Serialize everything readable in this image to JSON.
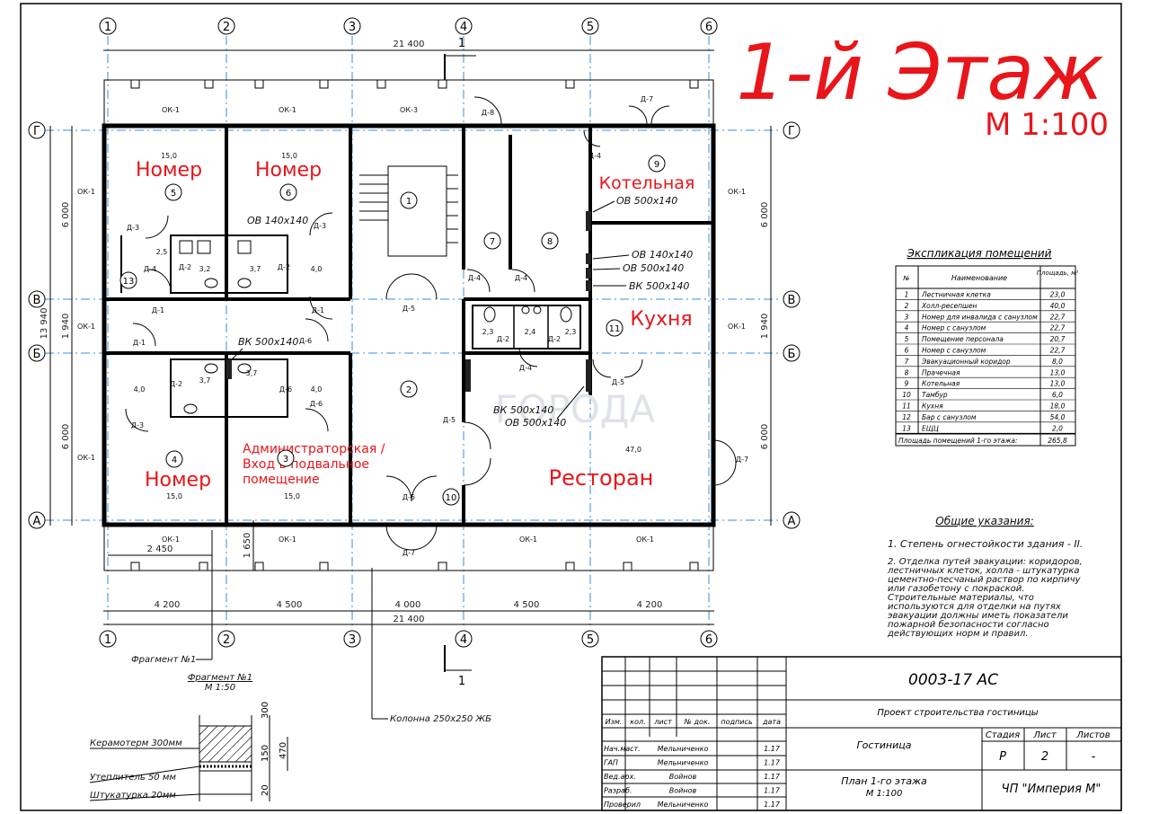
{
  "title": "1-й Этаж",
  "scale": "М 1:100",
  "axes": {
    "numbers": [
      "1",
      "2",
      "3",
      "4",
      "5",
      "6"
    ],
    "letters": [
      "Г",
      "В",
      "Б",
      "А"
    ]
  },
  "dims": {
    "overall_top": "21 400",
    "overall_bottom": "21 400",
    "bottom_spans": [
      "4 200",
      "4 500",
      "4 000",
      "4 500",
      "4 200"
    ],
    "left_vertical": [
      "6 000",
      "1 940",
      "6 000"
    ],
    "left_total": "13 940",
    "right_vertical": [
      "6 000",
      "1 940",
      "6 000"
    ],
    "offset_2450": "2 450",
    "offset_1650": "1 650",
    "section_mark": "1"
  },
  "rooms": {
    "nomer_5": "Номер",
    "nomer_6": "Номер",
    "nomer_4": "Номер",
    "kotelnaya": "Котельная",
    "kuhnya": "Кухня",
    "restoran": "Ресторан",
    "admin": [
      "Администраторская /",
      "Вход в подвальное",
      "помещение"
    ]
  },
  "room_numbers": [
    "1",
    "2",
    "3",
    "4",
    "5",
    "6",
    "7",
    "8",
    "9",
    "10",
    "11",
    "13"
  ],
  "areas": {
    "a5": "15,0",
    "a6": "15,0",
    "a4": "15,0",
    "a3": "15,0",
    "a_rest": "47,0",
    "a25": "2,5",
    "a32": "3,2",
    "a37a": "3,7",
    "a40a": "4,0",
    "a40b": "4,0",
    "a37b": "3,7",
    "a37c": "3,7",
    "a40c": "4,0",
    "a23a": "2,3",
    "a24": "2,4",
    "a23b": "2,3"
  },
  "vents": {
    "ov140_top": "ОВ 140х140",
    "ov500_kot": "ОВ 500х140",
    "ov140_r": "ОВ 140х140",
    "ov500_r": "ОВ 500х140",
    "vk500_r": "ВК 500х140",
    "vk500_l": "ВК 500х140",
    "vk500_m": "ВК 500х140",
    "ov500_m": "ОВ 500х140"
  },
  "labels": {
    "ok1": "ОК-1",
    "ok3": "ОК-3",
    "d1": "Д-1",
    "d2": "Д-2",
    "d3": "Д-3",
    "d4": "Д-4",
    "d5": "Д-5",
    "d6": "Д-6",
    "d7": "Д-7",
    "d8": "Д-8"
  },
  "explication": {
    "title": "Экспликация помещений",
    "headers": [
      "№",
      "Наименование",
      "Площадь, м²"
    ],
    "rows": [
      [
        "1",
        "Лестничная клетка",
        "23,0"
      ],
      [
        "2",
        "Холл-ресепшен",
        "40,0"
      ],
      [
        "3",
        "Номер для инвалида с санузлом",
        "22,7"
      ],
      [
        "4",
        "Номер с санузлом",
        "22,7"
      ],
      [
        "5",
        "Помещение персонала",
        "20,7"
      ],
      [
        "6",
        "Номер с санузлом",
        "22,7"
      ],
      [
        "7",
        "Эвакуационный коридор",
        "8,0"
      ],
      [
        "8",
        "Прачечная",
        "13,0"
      ],
      [
        "9",
        "Котельная",
        "13,0"
      ],
      [
        "10",
        "Тамбур",
        "6,0"
      ],
      [
        "11",
        "Кухня",
        "18,0"
      ],
      [
        "12",
        "Бар с санузлом",
        "54,0"
      ],
      [
        "13",
        "ЕЩЦ",
        "2,0"
      ]
    ],
    "total_label": "Площадь помещений 1-го этажа:",
    "total_value": "265,8"
  },
  "notes": {
    "title": "Общие указания:",
    "p1": "1. Степень огнестойкости здания - II.",
    "p2": [
      "2. Отделка путей эвакуации: коридоров,",
      "лестничных клеток, холла - штукатурка",
      "цементно-песчаный раствор по кирпичу",
      "или газобетону с покраской.",
      "Строительные материалы, что",
      "используются для отделки на путях",
      "эвакуации должны иметь показатели",
      "пожарной безопасности согласно",
      "действующих норм и правил."
    ]
  },
  "fragment": {
    "callout": "Фрагмент №1",
    "title": "Фрагмент №1",
    "scale": "М 1:50",
    "layer1": "Керамотерм 300мм",
    "layer2": "Утеплитель 50 мм",
    "layer3": "Штукатурка 20мм",
    "d300": "300",
    "d150": "150",
    "d470": "470",
    "d20": "20",
    "column": "Колонна 250х250 ЖБ"
  },
  "stamp": {
    "code": "0003-17 АС",
    "project": "Проект строительства гостиницы",
    "object": "Гостиница",
    "sheet_title": [
      "План 1-го этажа",
      "М 1:100"
    ],
    "company": "ЧП \"Империя М\"",
    "stage_h": "Стадия",
    "sheet_h": "Лист",
    "sheets_h": "Листов",
    "stage": "Р",
    "sheet": "2",
    "sheets": "-",
    "cols": [
      "Изм.",
      "кол.",
      "лист",
      "№ док.",
      "подпись",
      "дата"
    ],
    "signers": [
      [
        "Нач.маст.",
        "Мельниченко",
        "1.17"
      ],
      [
        "ГАП",
        "Мельниченко",
        "1.17"
      ],
      [
        "Вед.арх.",
        "Войнов",
        "1.17"
      ],
      [
        "Разраб.",
        "Войнов",
        "1.17"
      ],
      [
        "Проверил",
        "Мельниченко",
        "1.17"
      ]
    ]
  },
  "watermark": "ГОРОДА"
}
